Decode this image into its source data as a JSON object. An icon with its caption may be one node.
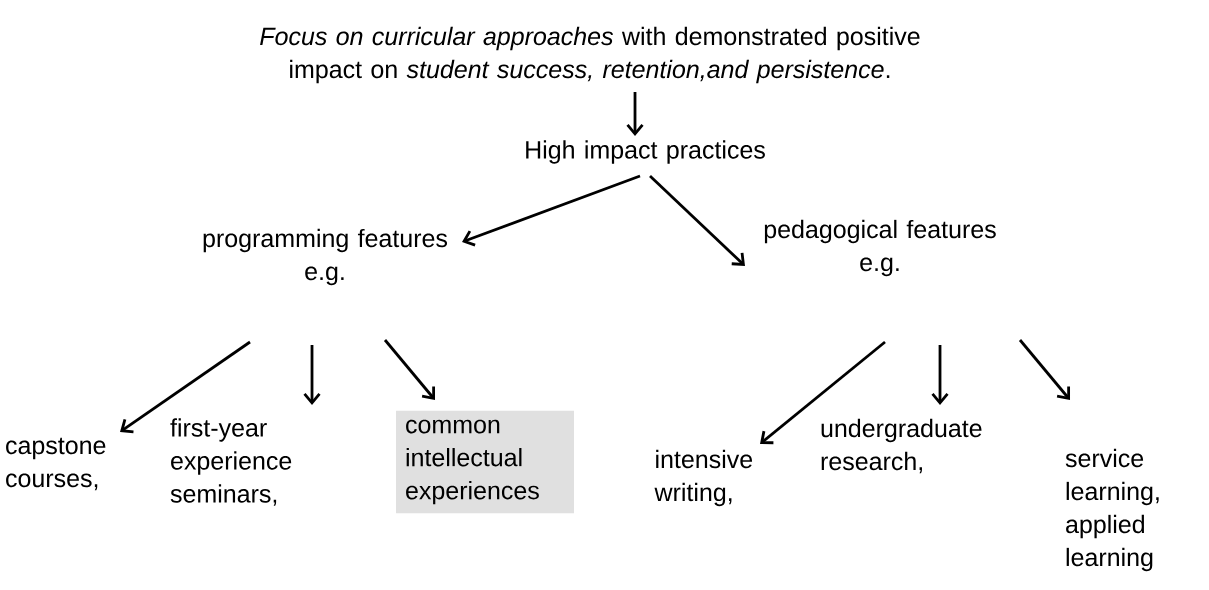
{
  "diagram": {
    "nodes": [
      {
        "text": [
          "*Focus on curricular approaches* with demonstrated positive impact on *student success, retention,and persistence*."
        ]
      },
      {
        "text": [
          "High impact practices"
        ]
      },
      {
        "text": [
          "programming features",
          "e.g."
        ]
      },
      {
        "text": [
          "pedagogical features",
          "e.g."
        ]
      },
      {
        "text": [
          "capstone courses,"
        ]
      },
      {
        "text": [
          "first-year experience seminars,"
        ]
      },
      {
        "text": [
          "common intellectual experiences"
        ]
      },
      {
        "text": [
          "intensive writing,"
        ]
      },
      {
        "text": [
          "undergraduate research,"
        ]
      },
      {
        "text": [
          "service learning, applied learning"
        ]
      }
    ],
    "edges": [
      {
        "from": 0,
        "to": 1,
        "arrow": "to"
      },
      {
        "from": 1,
        "to": 2,
        "arrow": "to"
      },
      {
        "from": 1,
        "to": 3,
        "arrow": "to"
      },
      {
        "from": 2,
        "to": 4,
        "arrow": "to"
      },
      {
        "from": 2,
        "to": 5,
        "arrow": "to"
      },
      {
        "from": 2,
        "to": 6,
        "arrow": "to"
      },
      {
        "from": 3,
        "to": 7,
        "arrow": "to"
      },
      {
        "from": 3,
        "to": 8,
        "arrow": "to"
      },
      {
        "from": 3,
        "to": 9,
        "arrow": "to"
      }
    ]
  }
}
